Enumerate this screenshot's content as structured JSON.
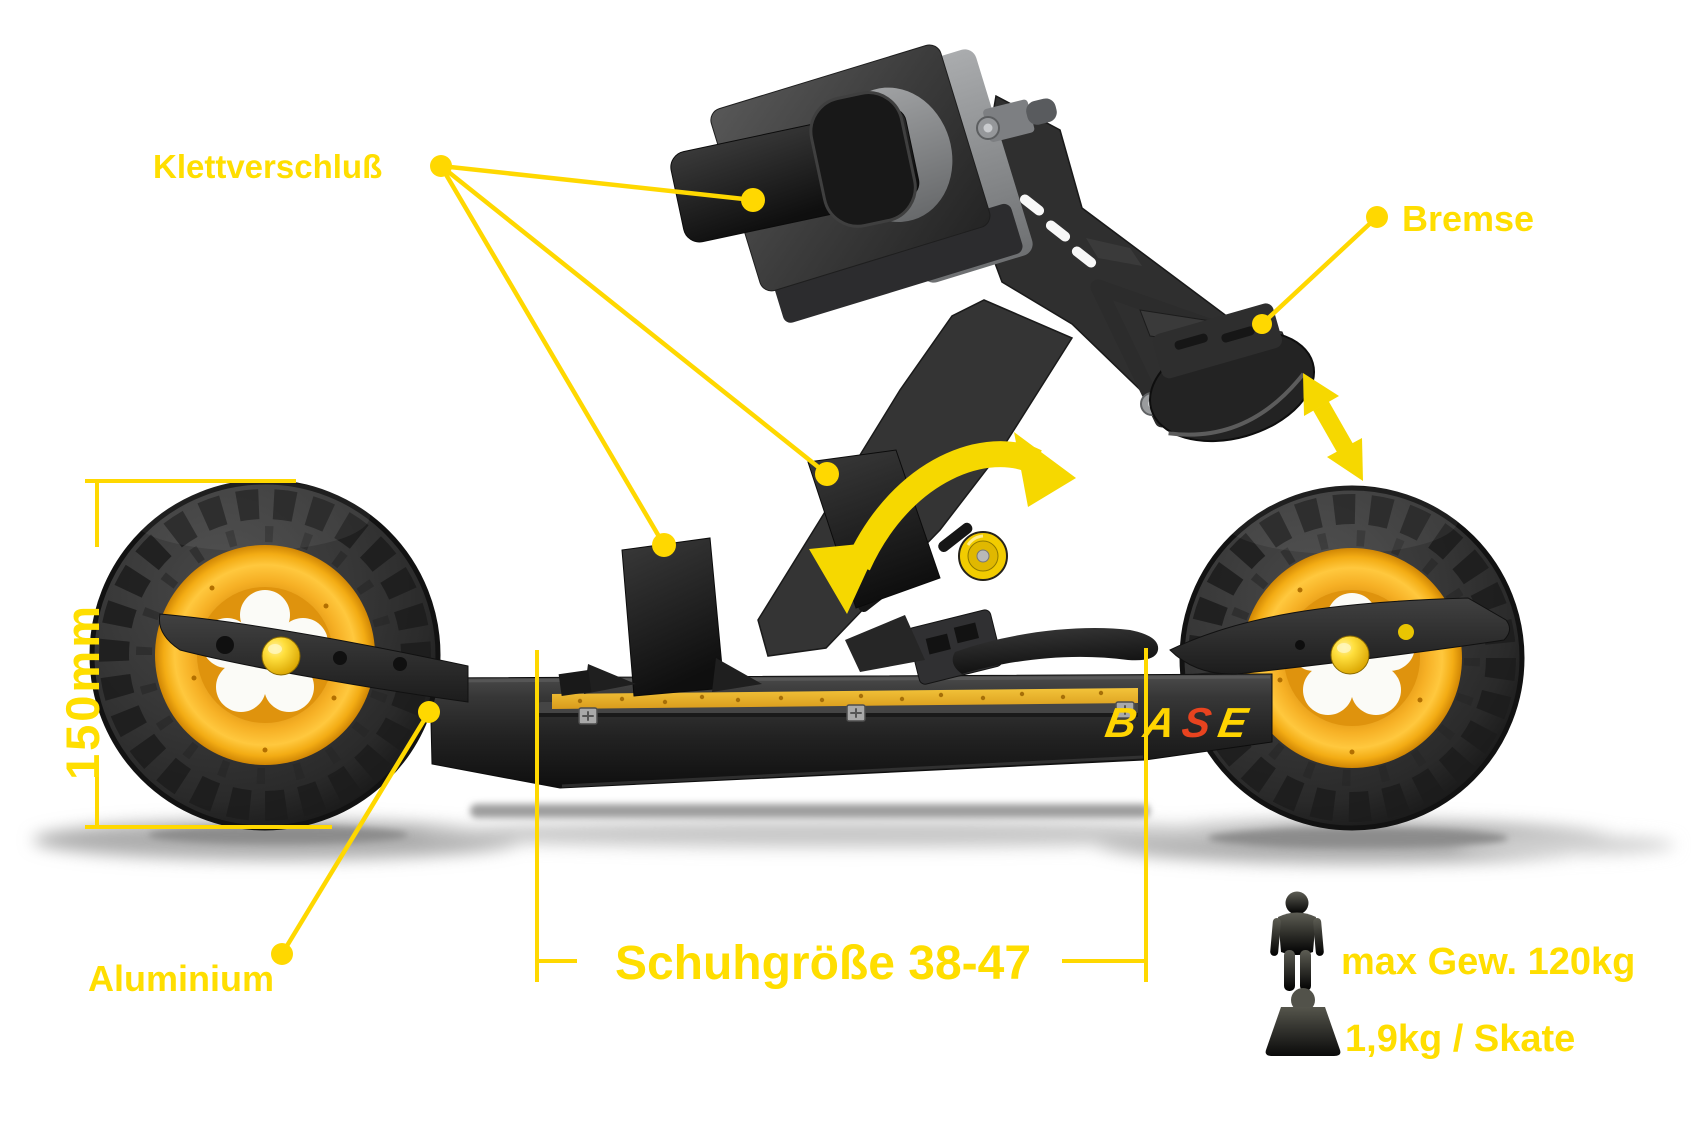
{
  "annotation_color": "#FFDE00",
  "line_color": "#FFD800",
  "labels": {
    "velcro": "Klettverschluß",
    "brake": "Bremse",
    "wheel_diameter": "150mm",
    "frame_material": "Aluminium",
    "shoe_size_range": "Schuhgröße 38-47"
  },
  "specs": [
    {
      "icon": "person-icon",
      "text": "max Gew. 120kg"
    },
    {
      "icon": "weight-icon",
      "text": "1,9kg / Skate"
    }
  ],
  "logo": {
    "part_ba": "BA",
    "part_s": "S",
    "part_e": "E",
    "color_main": "#FFD400",
    "color_accent": "#E8431F"
  },
  "product_colors": {
    "tire": "#2b2b2b",
    "rim": "#F6B025",
    "frame": "#262626",
    "deck": "#E8B32A",
    "axle": "#F2CC00"
  }
}
